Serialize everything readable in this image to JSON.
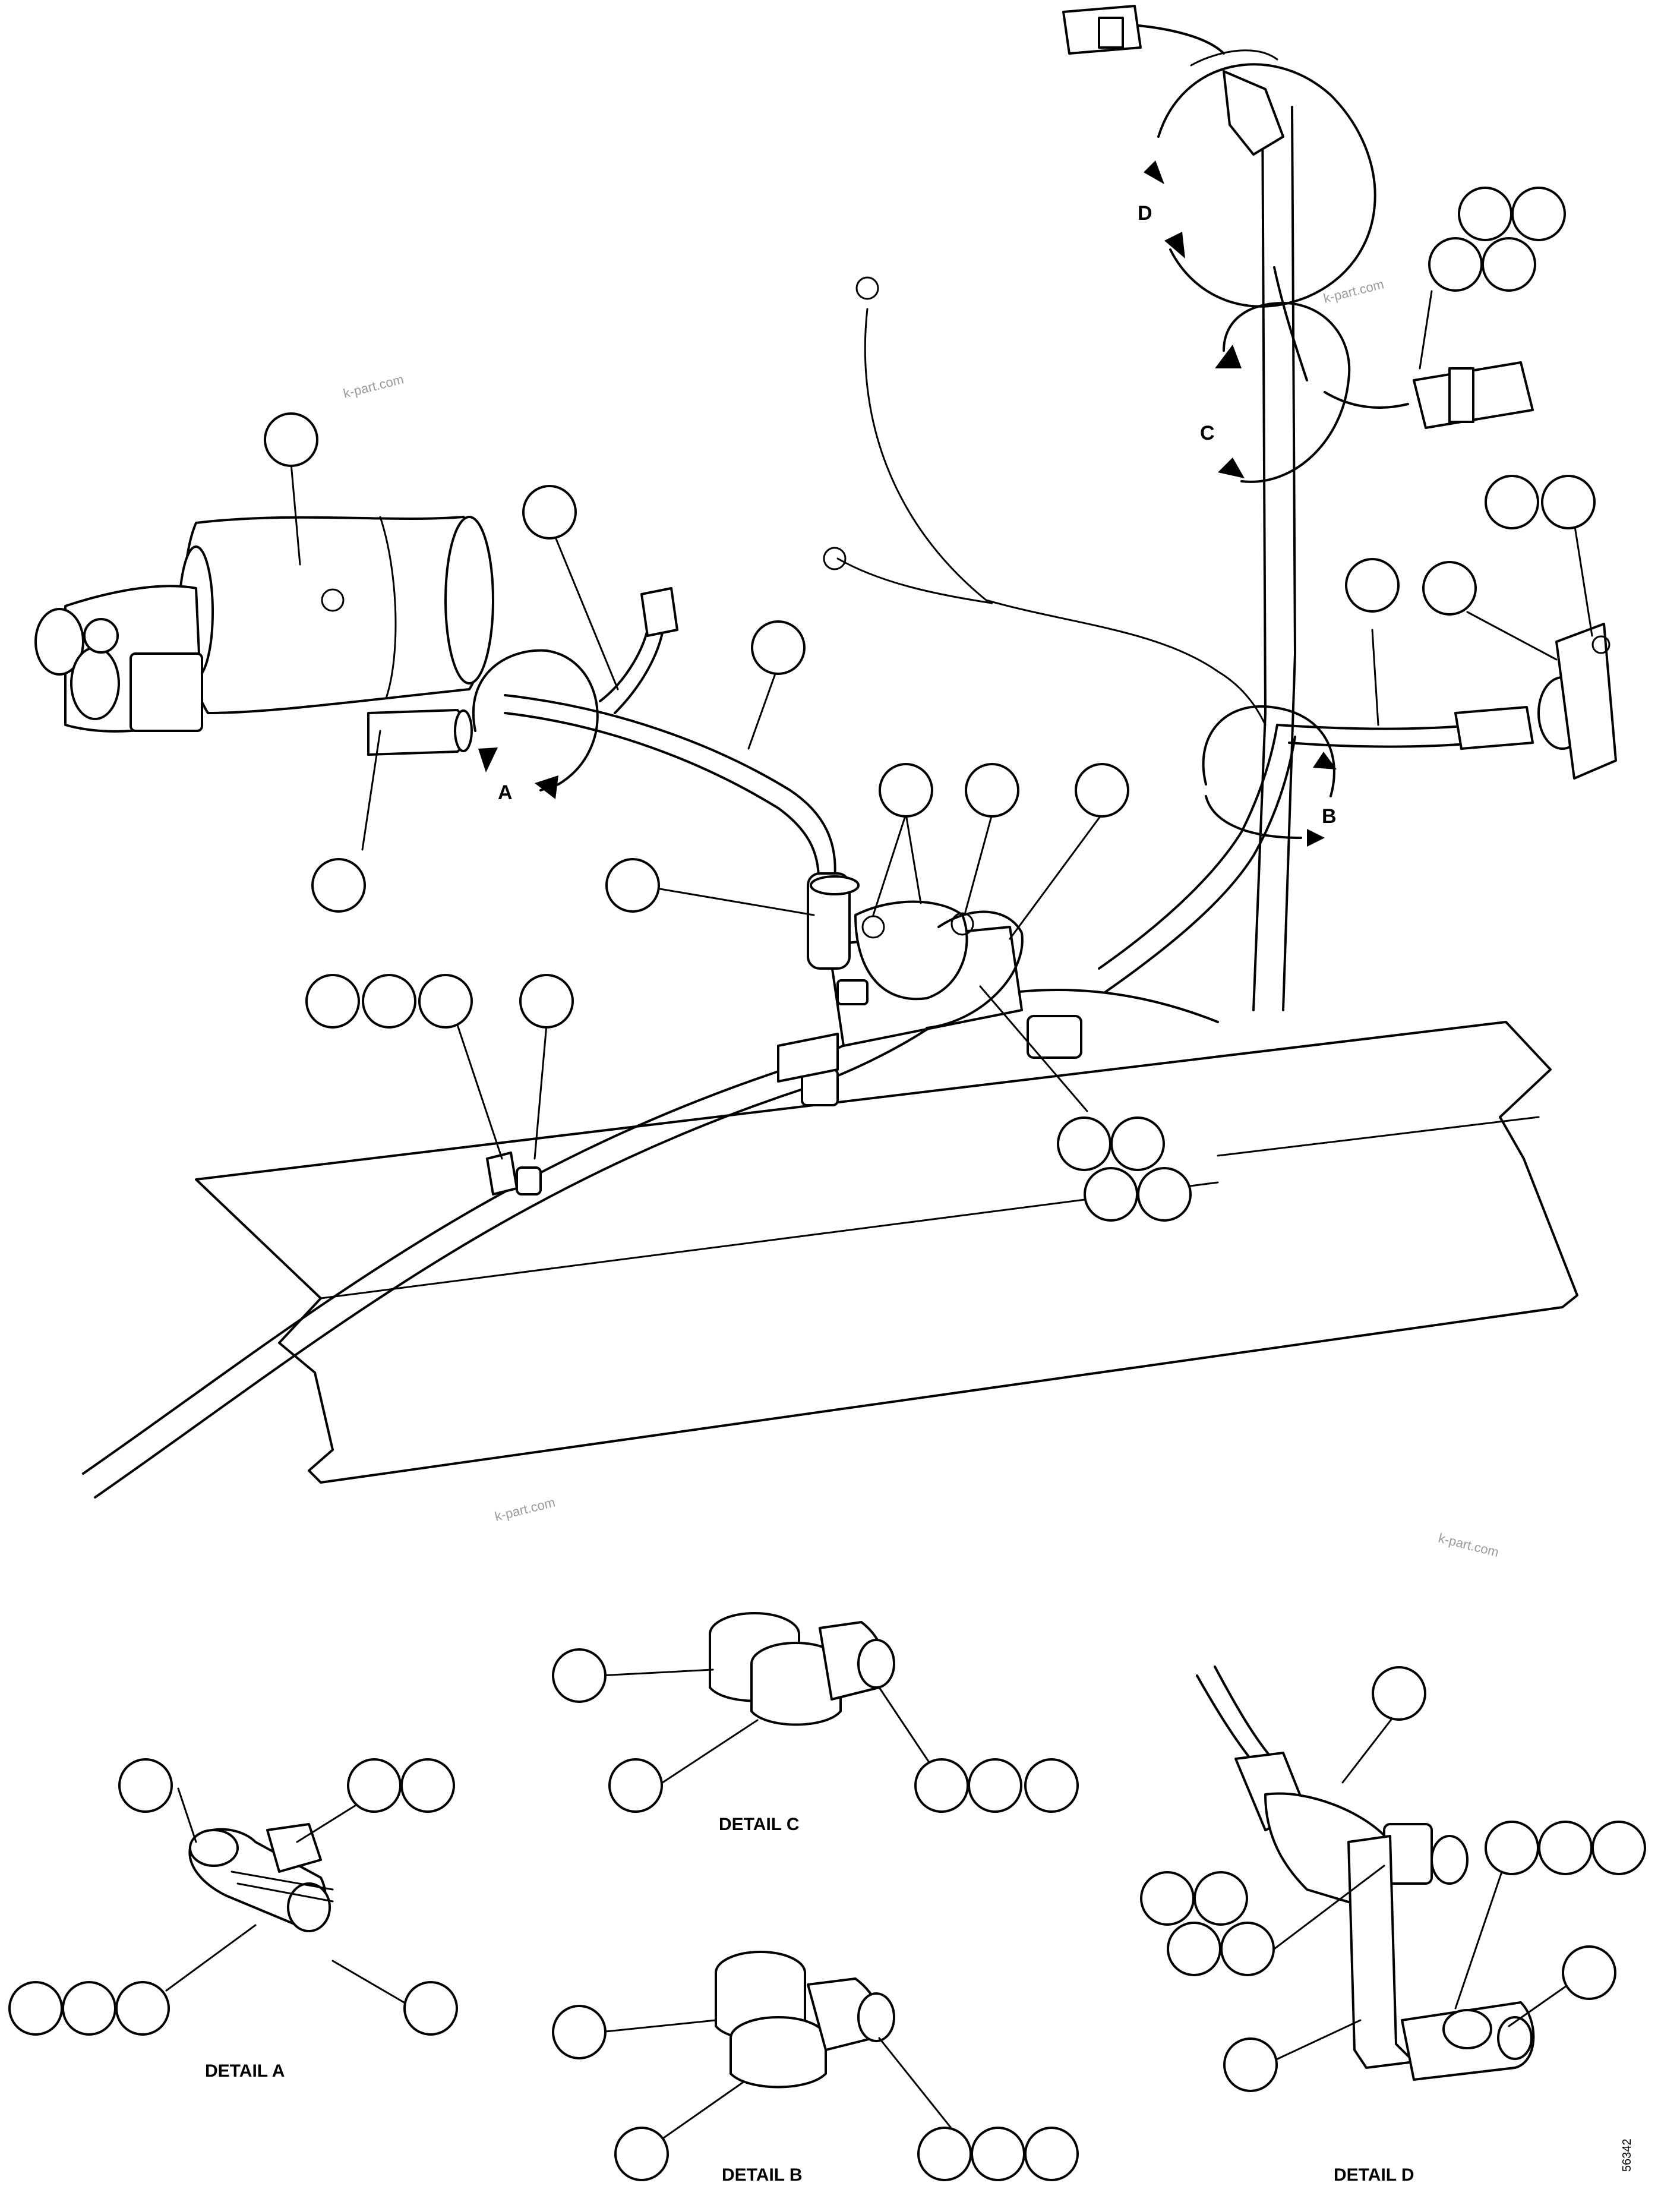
{
  "callouts": {
    "a": "A",
    "b": "B",
    "c": "C",
    "d": "D"
  },
  "captions": {
    "detail_a": "DETAIL A",
    "detail_b": "DETAIL B",
    "detail_c": "DETAIL C",
    "detail_d": "DETAIL D"
  },
  "watermarks": [
    "k-part.com",
    "k-part.com",
    "k-part.com",
    "k-part.com"
  ],
  "drawing_number": "56342"
}
